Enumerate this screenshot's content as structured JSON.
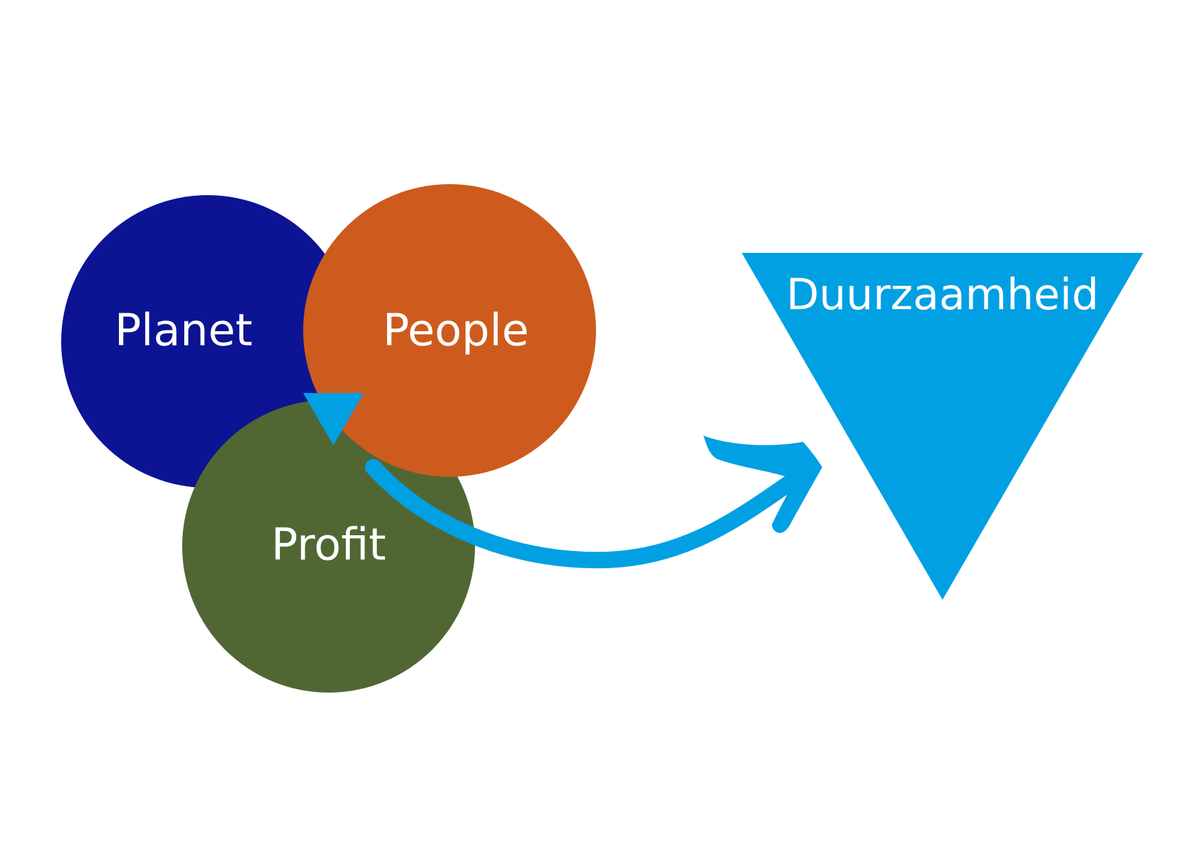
{
  "diagram": {
    "nodes": [
      {
        "key": "planet",
        "label": "Planet",
        "color": "#0c1494"
      },
      {
        "key": "people",
        "label": "People",
        "color": "#cd5b1d"
      },
      {
        "key": "profit",
        "label": "Profit",
        "color": "#506734"
      }
    ],
    "result": {
      "label": "Duurzaamheid",
      "color": "#00a0e3"
    },
    "arrow_color": "#00a0e3"
  }
}
